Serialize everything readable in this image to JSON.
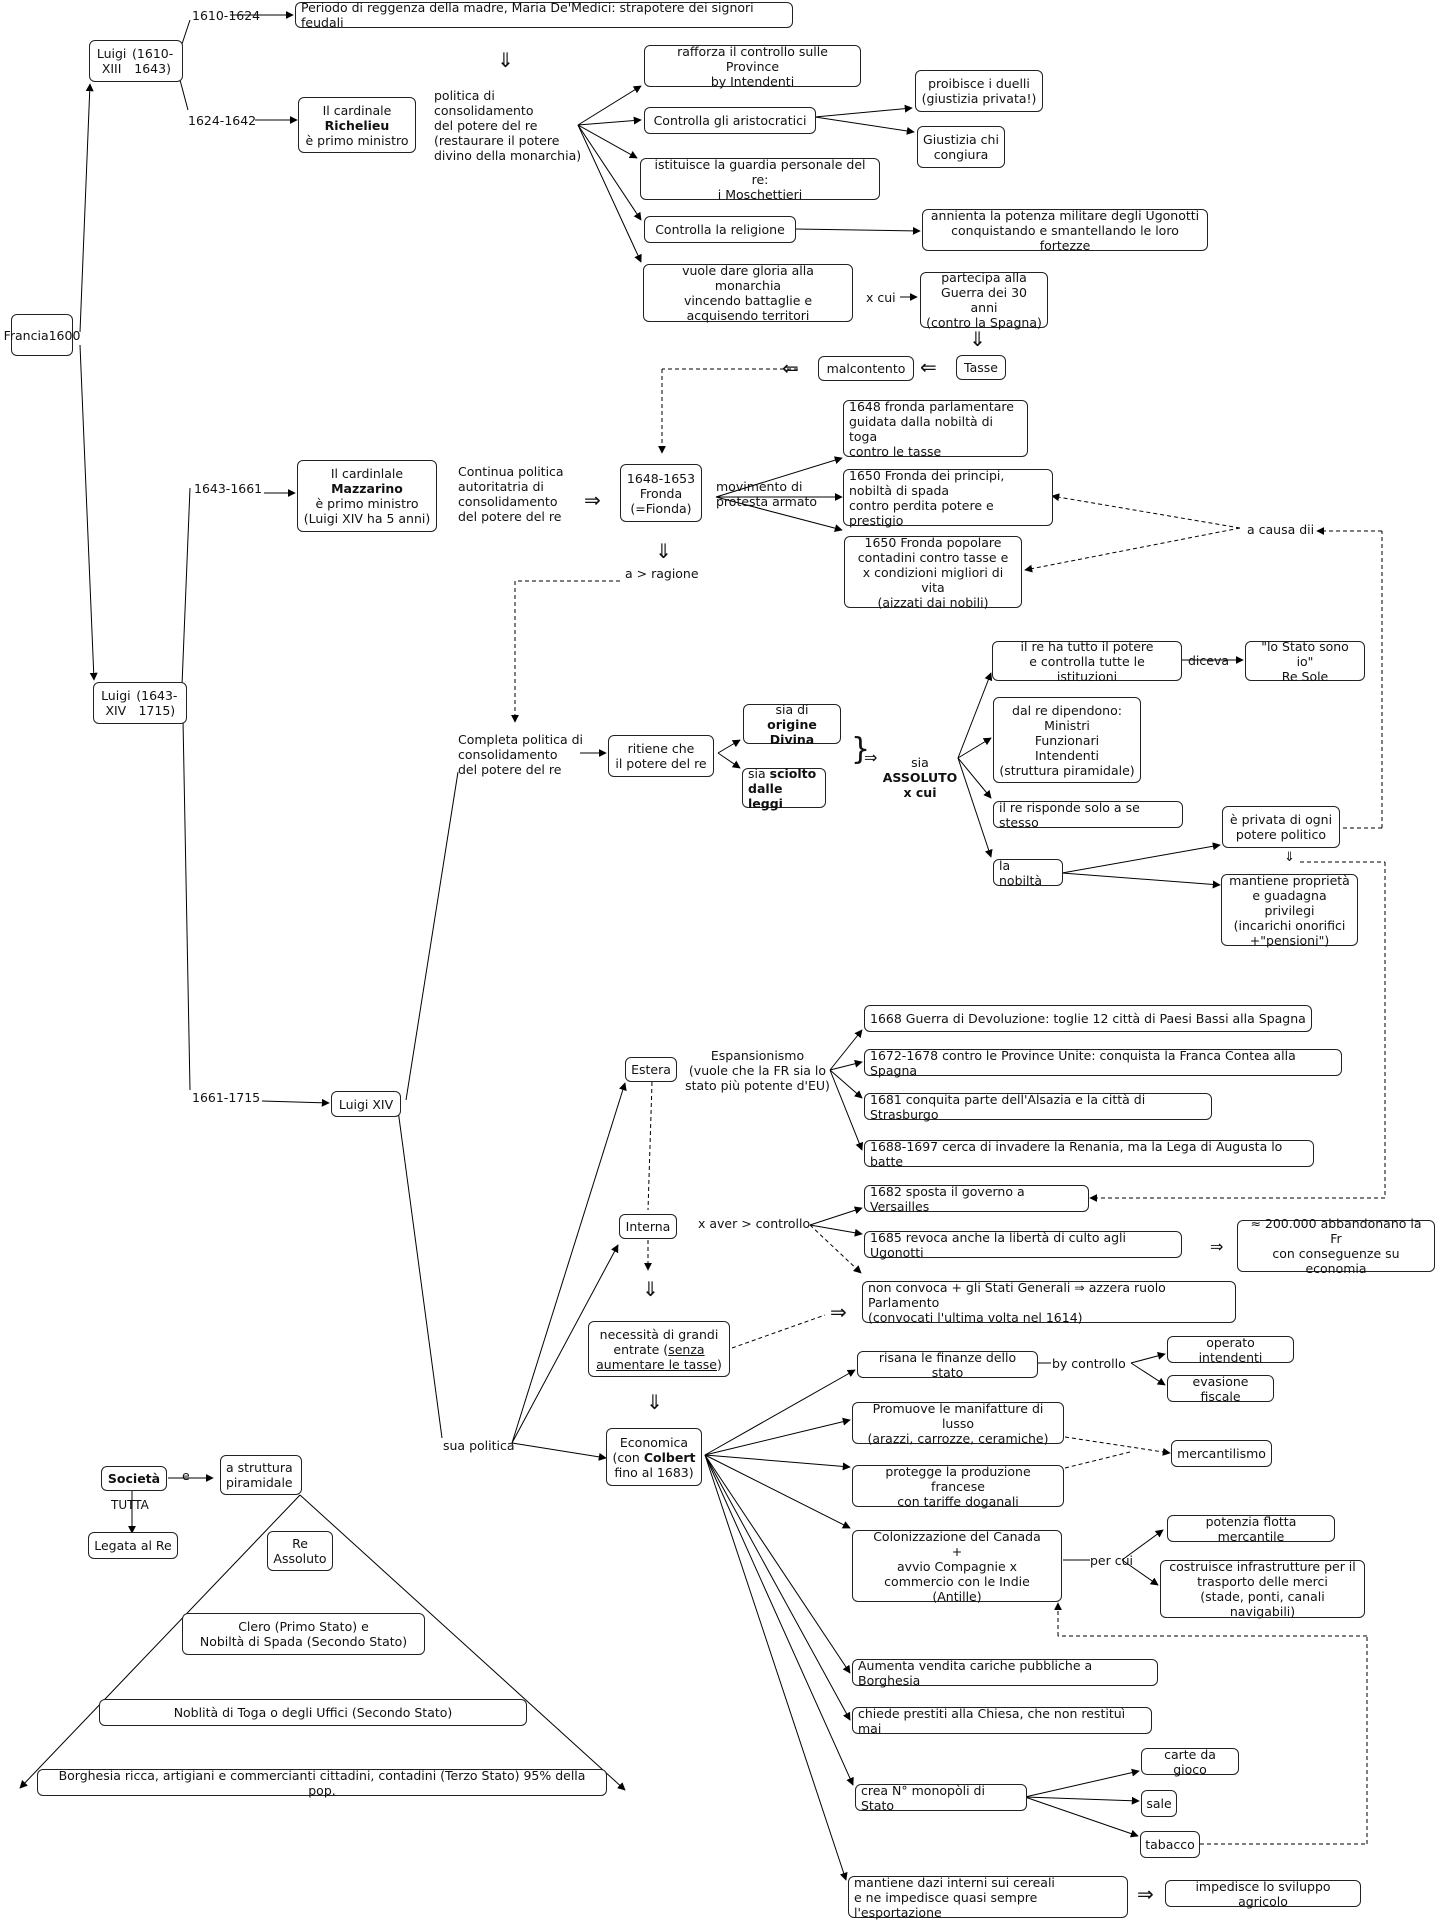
{
  "root": {
    "line1": "Francia",
    "line2": "1600"
  },
  "kings": {
    "louis13": {
      "line1": "Luigi XIII",
      "line2": "(1610-1643)"
    },
    "louis14": {
      "line1": "Luigi XIV",
      "line2": "(1643-1715)"
    },
    "louis14_personal": "Luigi XIV"
  },
  "periods": {
    "p1610": "1610-1624",
    "p1624": "1624-1642",
    "p1643": "1643-1661",
    "p1661": "1661-1715"
  },
  "regency": "Periodo di reggenza della madre, Maria De'Medici: strapotere dei signori feudali",
  "richelieu": {
    "node_pre": "Il cardinale",
    "node_bold": "Richelieu",
    "node_post": "è primo ministro",
    "policy": "politica di\nconsolidamento\ndel potere del re\n(restaurare il potere\ndivino della monarchia)",
    "actions": [
      "rafforza il controllo sulle Province\nby Intendenti",
      "Controlla gli aristocratici",
      "istituisce la guardia personale del re:\ni Moschettieri",
      "Controlla la religione",
      "vuole dare gloria alla monarchia\nvincendo battaglie e\nacquisendo territori"
    ],
    "aristocrats_sub": [
      "proibisce i duelli\n(giustizia privata!)",
      "Giustizia chi\ncongiura"
    ],
    "religion_sub": "annienta la potenza militare degli Ugonotti\nconquistando e smantellando le loro fortezze",
    "xcui": "x cui",
    "war": "partecipa alla\nGuerra dei 30 anni\n(contro la Spagna)",
    "taxes": "Tasse",
    "discontent": "malcontento"
  },
  "mazzarino": {
    "node_pre": "Il cardinlale",
    "node_bold": "Mazzarino",
    "node_post": "è primo ministro\n(Luigi XIV ha 5 anni)",
    "policy": "Continua politica\nautoritatria di\nconsolidamento\ndel potere del re",
    "fronda": "1648-1653\nFronda\n(=Fionda)",
    "movement": "movimento di\nprotesta armato",
    "frondas": [
      "1648 fronda parlamentare\nguidata dalla nobiltà di toga\ncontro le tasse",
      "1650 Fronda dei principi,\nnobiltà di spada\ncontro perdita potere e prestigio",
      "1650 Fronda popolare\ncontadini contro tasse e\nx condizioni migliori di vita\n(aizzati dai nobili)"
    ],
    "cause": "a causa dii",
    "reason": "a > ragione"
  },
  "absolutism": {
    "policy": "Completa politica di\nconsolidamento\ndel potere del re",
    "belief": "ritiene che\nil potere del re",
    "divine_pre": "sia di",
    "divine_bold1": "origine",
    "divine_bold2": "Divina",
    "loose_pre": "sia",
    "loose_bold1": "sciolto",
    "loose_bold2": "dalle leggi",
    "abs_pre": "sia",
    "abs_bold1": "ASSOLUTO",
    "abs_bold2": "x cui",
    "items": [
      "il re ha tutto il potere\ne controlla tutte le istituzioni",
      "dal re dipendono:\nMinistri\nFunzionari\nIntendenti\n(struttura piramidale)",
      "il re risponde solo a se stesso",
      "la nobiltà"
    ],
    "said": "diceva",
    "quote": "\"lo Stato sono io\"\nRe Sole",
    "nobility_sub": [
      "è privata di ogni\npotere politico",
      "mantiene proprietà\ne guadagna privilegi\n(incarichi onorifici\n+\"pensioni\")"
    ]
  },
  "foreign": {
    "label": "Estera",
    "desc": "Espansionismo\n(vuole che la FR sia lo\nstato più potente d'EU)",
    "items": [
      "1668 Guerra di Devoluzione: toglie 12 città di Paesi Bassi alla Spagna",
      "1672-1678 contro le Province Unite: conquista la Franca Contea alla Spagna",
      "1681 conquita parte dell'Alsazia e la città di Strasburgo",
      "1688-1697 cerca di invadere la Renania, ma la Lega di Augusta lo batte"
    ]
  },
  "internal": {
    "label": "Interna",
    "desc": "x aver > controllo",
    "items": [
      "1682 sposta il governo a Versailles",
      "1685 revoca anche la libertà di culto agli Ugonotti",
      "non convoca + gli Stati Generali ⇒ azzera ruolo Parlamento\n(convocati l'ultima volta nel 1614)"
    ],
    "exodus": "≈ 200.000 abbandonano la Fr\ncon conseguenze su economia"
  },
  "need": {
    "pre": "necessità di grandi\nentrate (",
    "u": "senza\naumentare le tasse",
    "post": ")"
  },
  "economy": {
    "node_pre": "Economica\n(con",
    "node_bold": "Colbert",
    "node_post": "fino al 1683)",
    "items": [
      "risana le finanze dello stato",
      "Promuove le manifatture di lusso\n(arazzi, carrozze, ceramiche)",
      "protegge la produzione francese\ncon tariffe doganali",
      "Colonizzazione del Canada\n+\navvio Compagnie x\ncommercio con le Indie (Antille)",
      "Aumenta vendita cariche pubbliche a Borghesia",
      "chiede prestiti alla Chiesa, che non restituì mai",
      "crea N° monopòli di Stato",
      "mantiene dazi interni sui cereali\ne ne impedisce quasi sempre l'esportazione"
    ],
    "by_control": "by controllo",
    "control_sub": [
      "operato intendenti",
      "evasione fiscale"
    ],
    "mercantilism": "mercantilismo",
    "per_cui": "per cui",
    "colony_sub": [
      "potenzia flotta mercantile",
      "costruisce infrastrutture per il\ntrasporto delle merci\n(stade, ponti, canali navigabili)"
    ],
    "monopolies": [
      "carte da gioco",
      "sale",
      "tabacco"
    ],
    "agri": "impedisce lo sviluppo agricolo"
  },
  "sua_politica": "sua politica",
  "society": {
    "title": "Società",
    "e": "e",
    "structure": "a struttura\npiramidale",
    "tutta": "TUTTA",
    "tied": "Legata al Re",
    "levels": [
      "Re\nAssoluto",
      "Clero (Primo Stato) e\nNobiltà di Spada (Secondo Stato)",
      "Noblità di Toga o degli Uffici (Secondo Stato)",
      "Borghesia ricca, artigiani e commercianti cittadini, contadini (Terzo Stato) 95% della pop."
    ]
  },
  "symbols": {
    "implies_down": "⇓",
    "implies_right": "⇒",
    "implies_left": "⇐",
    "small_down": "⇓",
    "brace": "}"
  }
}
